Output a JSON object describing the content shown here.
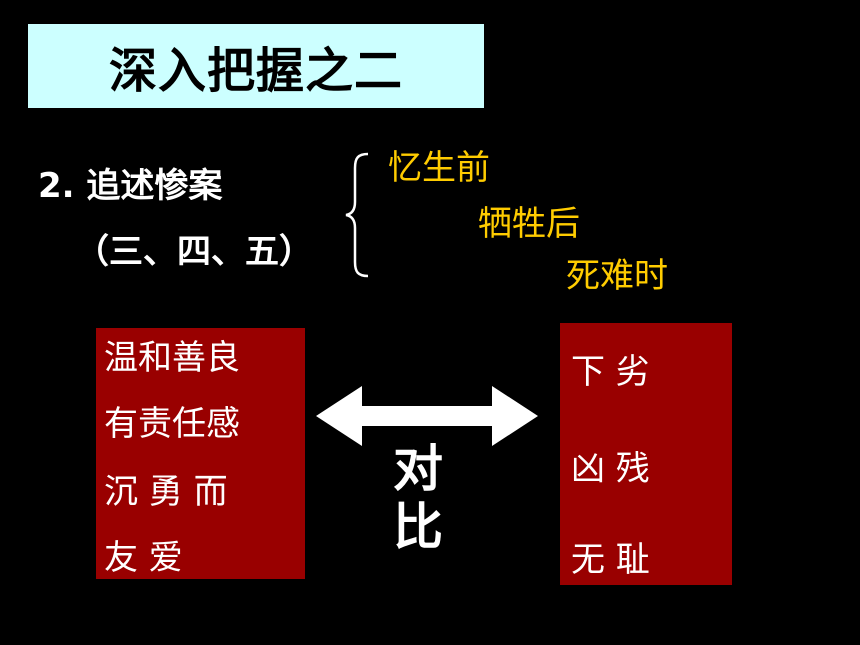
{
  "slide": {
    "title": "深入把握之二",
    "section_heading": "2. 追述惨案",
    "section_subheading": "（三、四、五）",
    "stages": [
      "忆生前",
      "牺牲后",
      "死难时"
    ],
    "left_traits": [
      "温和善良",
      "有责任感",
      "沉 勇 而",
      "友      爱"
    ],
    "right_traits": [
      "下    劣",
      "凶    残",
      "无    耻"
    ],
    "contrast_label": "对比",
    "icons": {
      "brace": "curly-brace-icon",
      "arrow": "double-headed-arrow-icon"
    },
    "colors": {
      "background": "#000000",
      "title_background": "#ccffff",
      "stage_text": "#ffcc00",
      "trait_box": "#990000",
      "text": "#ffffff"
    }
  }
}
